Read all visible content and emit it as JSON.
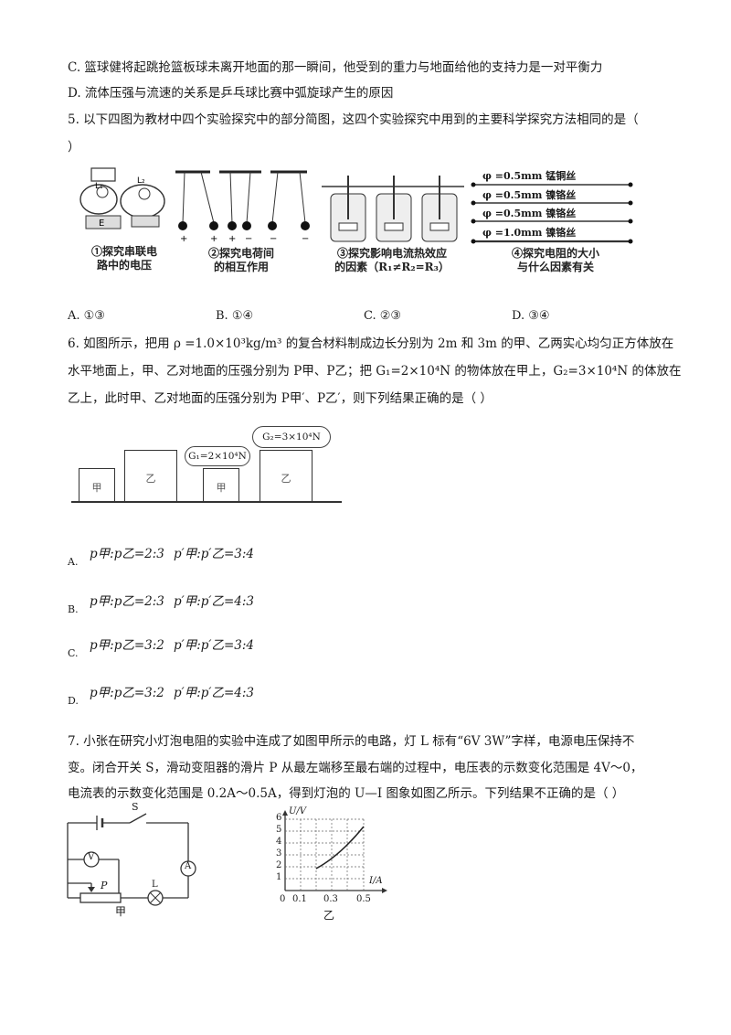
{
  "lines": {
    "c": "C.  篮球健将起跳抢篮板球未离开地面的那一瞬间，他受到的重力与地面给他的支持力是一对平衡力",
    "d": "D.  流体压强与流速的关系是乒乓球比赛中弧旋球产生的原因",
    "q5a": "5. 以下四图为教材中四个实验探究中的部分简图，这四个实验探究中用到的主要科学探究方法相同的是（",
    "q5b": "）",
    "q6a": "6. 如图所示，把用 ρ =1.0×10³kg/m³ 的复合材料制成边长分别为 2m 和 3m 的甲、乙两实心均匀正方体放在",
    "q6b": "水平地面上，甲、乙对地面的压强分别为 P甲、P乙；把 G₁=2×10⁴N 的物体放在甲上，G₂=3×10⁴N 的体放在",
    "q6c": "乙上，此时甲、乙对地面的压强分别为 P甲′、P乙′，则下列结果正确的是（  ）",
    "q7a": "7. 小张在研究小灯泡电阻的实验中连成了如图甲所示的电路，灯 L 标有“6V  3W”字样，电源电压保持不",
    "q7b": "变。闭合开关 S，滑动变阻器的滑片 P 从最左端移至最右端的过程中，电压表的示数变化范围是 4V～0，",
    "q7c": "电流表的示数变化范围是 0.2A～0.5A，得到灯泡的 U—I 图象如图乙所示。下列结果不正确的是（  ）"
  },
  "q5_figures": {
    "cap1a": "①探究串联电",
    "cap1b": "路中的电压",
    "cap2a": "②探究电荷间",
    "cap2b": "的相互作用",
    "cap3a": "③探究影响电流热效应",
    "cap3b": "的因素（R₁≠R₂=R₃）",
    "cap4a": "④探究电阻的大小",
    "cap4b": "与什么因素有关",
    "wire1": "φ =0.5mm  锰铜丝",
    "wire2": "φ =0.5mm  镍铬丝",
    "wire3": "φ =0.5mm  镍铬丝",
    "wire4": "φ =1.0mm  镍铬丝"
  },
  "q5_options": {
    "a": "A.  ①③",
    "b": "B.  ①④",
    "c": "C.  ②③",
    "d": "D.  ③④"
  },
  "q6_figure": {
    "jia": "甲",
    "yi": "乙",
    "g1": "G₁=2×10⁴N",
    "g2": "G₂=3×10⁴N"
  },
  "q6_options": [
    {
      "label": "A.",
      "f1": "p甲:p乙=2:3",
      "f2": "p′甲:p′乙=3:4"
    },
    {
      "label": "B.",
      "f1": "p甲:p乙=2:3",
      "f2": "p′甲:p′乙=4:3"
    },
    {
      "label": "C.",
      "f1": "p甲:p乙=3:2",
      "f2": "p′甲:p′乙=3:4"
    },
    {
      "label": "D.",
      "f1": "p甲:p乙=3:2",
      "f2": "p′甲:p′乙=4:3"
    }
  ],
  "q7_figure": {
    "circuit_label": "甲",
    "graph_label": "乙",
    "s": "S",
    "v": "V",
    "a": "A",
    "p": "P",
    "l": "L",
    "u_axis": "U/V",
    "i_axis": "I/A",
    "y_ticks": [
      "1",
      "2",
      "3",
      "4",
      "5",
      "6"
    ],
    "x_ticks": [
      "0",
      "0.1",
      "0.3",
      "0.5"
    ]
  }
}
